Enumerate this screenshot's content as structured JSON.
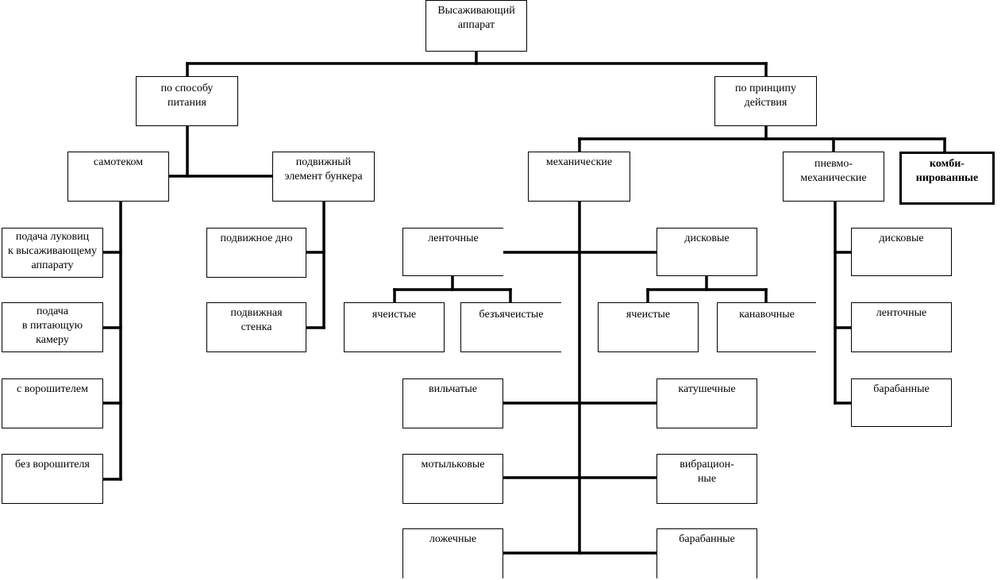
{
  "root": "Высаживающий\nаппарат",
  "groups": {
    "feeding": "по способу\nпитания",
    "principle": "по принципу\nдействия"
  },
  "feeding": {
    "gravity": "самотеком",
    "moving_element": "подвижный\nэлемент бункера",
    "gravity_items": [
      "подача луковиц\nк высаживающему\nаппарату",
      "подача\nв питающую\nкамеру",
      "с ворошителем",
      "без ворошителя"
    ],
    "moving_items": [
      "подвижное дно",
      "подвижная\nстенка"
    ]
  },
  "principle": {
    "mechanical": "механические",
    "pneumo": "пневмо-\nмеханические",
    "combined": "комби-\nнированные",
    "belt": "ленточные",
    "disc": "дисковые",
    "belt_items": [
      "ячеистые",
      "безъячеистые"
    ],
    "disc_items": [
      "ячеистые",
      "канавочные"
    ],
    "mech_left": [
      "вильчатые",
      "мотыльковые",
      "ложечные"
    ],
    "mech_right": [
      "катушечные",
      "вибрацион-\nные",
      "барабанные"
    ],
    "pneumo_items": [
      "дисковые",
      "ленточные",
      "барабанные"
    ]
  }
}
